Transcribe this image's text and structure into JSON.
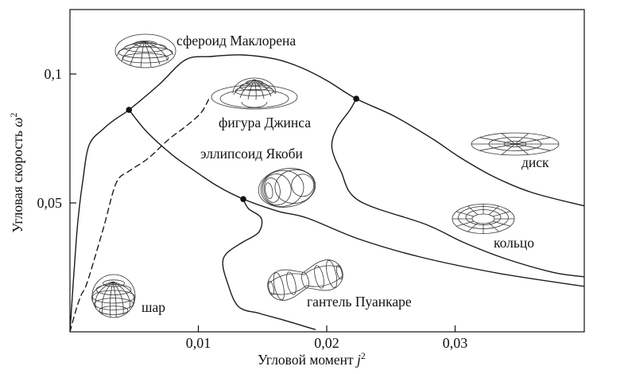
{
  "figure_labels": {
    "maclaurin": "сфероид Маклорена",
    "jeans": "фигура Джинса",
    "jacobi": "эллипсоид Якоби",
    "disk": "диск",
    "ring": "кольцо",
    "sphere": "шар",
    "dumbbell": "гантель Пуанкаре"
  },
  "axes": {
    "x": {
      "title": "Угловой момент",
      "variable": "j",
      "exponent": "2",
      "ticks": [
        {
          "v": 0.01,
          "label": "0,01"
        },
        {
          "v": 0.02,
          "label": "0,02"
        },
        {
          "v": 0.03,
          "label": "0,03"
        }
      ]
    },
    "y": {
      "title": "Угловая скорость",
      "variable": "ω",
      "exponent": "2",
      "ticks": [
        {
          "v": 0.05,
          "label": "0,05"
        },
        {
          "v": 0.1,
          "label": "0,1"
        }
      ]
    }
  },
  "colors": {
    "curve": "#1b1b1b",
    "background": "#ffffff"
  },
  "chart_data": {
    "type": "line",
    "xlabel": "Угловой момент j²",
    "ylabel": "Угловая скорость ω²",
    "xlim": [
      0,
      0.04
    ],
    "ylim": [
      0,
      0.125
    ],
    "grid": false,
    "series": [
      {
        "name": "maclaurin-sequence",
        "style": "solid",
        "points": [
          [
            0,
            0
          ],
          [
            0.0003,
            0.022
          ],
          [
            0.0006,
            0.042
          ],
          [
            0.001,
            0.0586
          ],
          [
            0.0015,
            0.0725
          ],
          [
            0.0026,
            0.0787
          ],
          [
            0.0036,
            0.0827
          ],
          [
            0.0046,
            0.0861
          ],
          [
            0.0069,
            0.0957
          ],
          [
            0.009,
            0.1055
          ],
          [
            0.011,
            0.1068
          ],
          [
            0.0134,
            0.1074
          ],
          [
            0.016,
            0.1058
          ],
          [
            0.018,
            0.1025
          ],
          [
            0.02,
            0.0975
          ],
          [
            0.0223,
            0.0904
          ],
          [
            0.0252,
            0.0838
          ],
          [
            0.0282,
            0.075
          ],
          [
            0.0304,
            0.0676
          ],
          [
            0.033,
            0.0602
          ],
          [
            0.036,
            0.054
          ],
          [
            0.0401,
            0.0488
          ]
        ]
      },
      {
        "name": "jacobi-sequence",
        "style": "solid",
        "points": [
          [
            0.0046,
            0.0861
          ],
          [
            0.006,
            0.0775
          ],
          [
            0.008,
            0.0685
          ],
          [
            0.0094,
            0.0635
          ],
          [
            0.0115,
            0.0565
          ],
          [
            0.0135,
            0.0515
          ],
          [
            0.0162,
            0.0468
          ],
          [
            0.0185,
            0.0441
          ],
          [
            0.0225,
            0.036
          ],
          [
            0.0273,
            0.029
          ],
          [
            0.0335,
            0.0226
          ],
          [
            0.0401,
            0.0176
          ]
        ]
      },
      {
        "name": "jeans-sequence",
        "style": "dashed",
        "points": [
          [
            0,
            0
          ],
          [
            0.0005,
            0.009
          ],
          [
            0.0009,
            0.0145
          ],
          [
            0.00136,
            0.0194
          ],
          [
            0.0026,
            0.0401
          ],
          [
            0.0036,
            0.0577
          ],
          [
            0.0046,
            0.0623
          ],
          [
            0.0061,
            0.0673
          ],
          [
            0.0077,
            0.0747
          ],
          [
            0.009,
            0.0796
          ],
          [
            0.0102,
            0.0849
          ],
          [
            0.0108,
            0.0901
          ]
        ]
      },
      {
        "name": "ring-branch",
        "style": "solid",
        "points": [
          [
            0.0223,
            0.0904
          ],
          [
            0.0218,
            0.086
          ],
          [
            0.0208,
            0.079
          ],
          [
            0.0204,
            0.0716
          ],
          [
            0.0211,
            0.0623
          ],
          [
            0.0225,
            0.0509
          ],
          [
            0.0277,
            0.0417
          ],
          [
            0.0307,
            0.0346
          ],
          [
            0.0339,
            0.0284
          ],
          [
            0.0376,
            0.0231
          ],
          [
            0.0401,
            0.0213
          ]
        ]
      },
      {
        "name": "dumbbell-branch",
        "style": "solid",
        "points": [
          [
            0.0135,
            0.0515
          ],
          [
            0.0139,
            0.0478
          ],
          [
            0.0149,
            0.0441
          ],
          [
            0.0147,
            0.0386
          ],
          [
            0.0135,
            0.0349
          ],
          [
            0.0123,
            0.0309
          ],
          [
            0.0119,
            0.0269
          ],
          [
            0.0122,
            0.0201
          ],
          [
            0.0131,
            0.0099
          ],
          [
            0.0148,
            0.0071
          ],
          [
            0.0166,
            0.0046
          ],
          [
            0.0191,
            0.0009
          ]
        ]
      }
    ],
    "bifurcation_points": [
      [
        0.0046,
        0.0861
      ],
      [
        0.0135,
        0.0515
      ],
      [
        0.0223,
        0.0904
      ]
    ]
  }
}
